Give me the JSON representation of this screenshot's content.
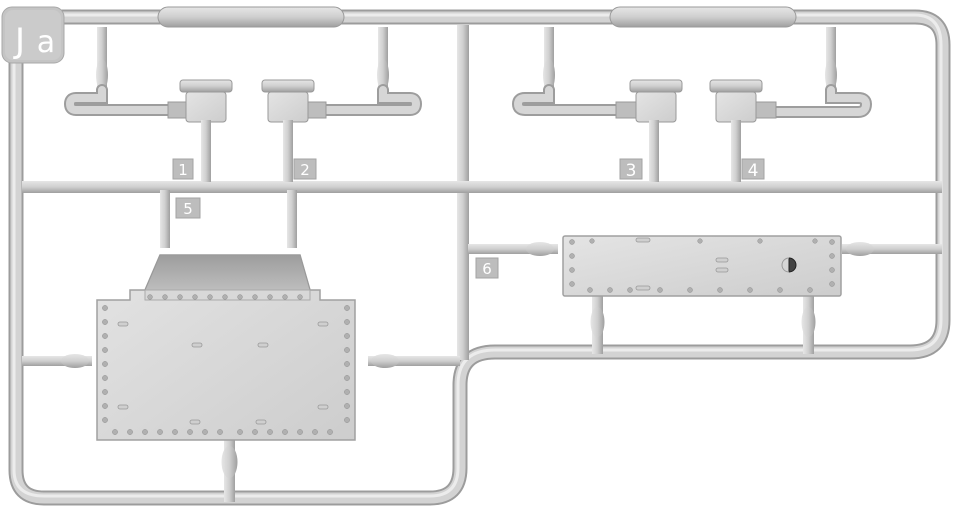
{
  "sprue": {
    "code": "Ja",
    "code_j": "J",
    "code_a": "a",
    "part_numbers": [
      "1",
      "2",
      "3",
      "4",
      "5",
      "6"
    ]
  },
  "colors": {
    "background": "#ffffff",
    "plastic": "#c9c9c9",
    "plastic_light": "#e2e2e2",
    "plastic_shadow": "#a9a9a9",
    "label_tab": "#bdbdbd"
  }
}
